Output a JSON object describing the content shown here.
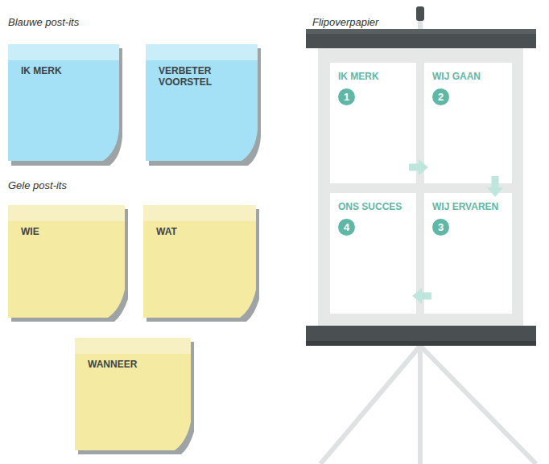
{
  "diagram": {
    "nodes": [
      {
        "text": [
          "IK MERK"
        ]
      },
      {
        "text": [
          "VERBETER VOORSTEL"
        ]
      },
      {
        "text": [
          "WIE"
        ]
      },
      {
        "text": [
          "WAT"
        ]
      },
      {
        "text": [
          "WANNEER"
        ]
      },
      {
        "text": [
          "IK MERK",
          "1"
        ]
      },
      {
        "text": [
          "WIJ GAAN",
          "2"
        ]
      },
      {
        "text": [
          "ONS SUCCES",
          "4"
        ]
      },
      {
        "text": [
          "WIJ ERVAREN",
          "3"
        ]
      }
    ],
    "edges": [
      {
        "from": 5,
        "to": 6,
        "arrow": "to"
      },
      {
        "from": 6,
        "to": 8,
        "arrow": "to"
      },
      {
        "from": 8,
        "to": 7,
        "arrow": "to"
      }
    ],
    "labels": [
      "Blauwe post-its",
      "Gele post-its",
      "Flipoverpapier"
    ]
  }
}
